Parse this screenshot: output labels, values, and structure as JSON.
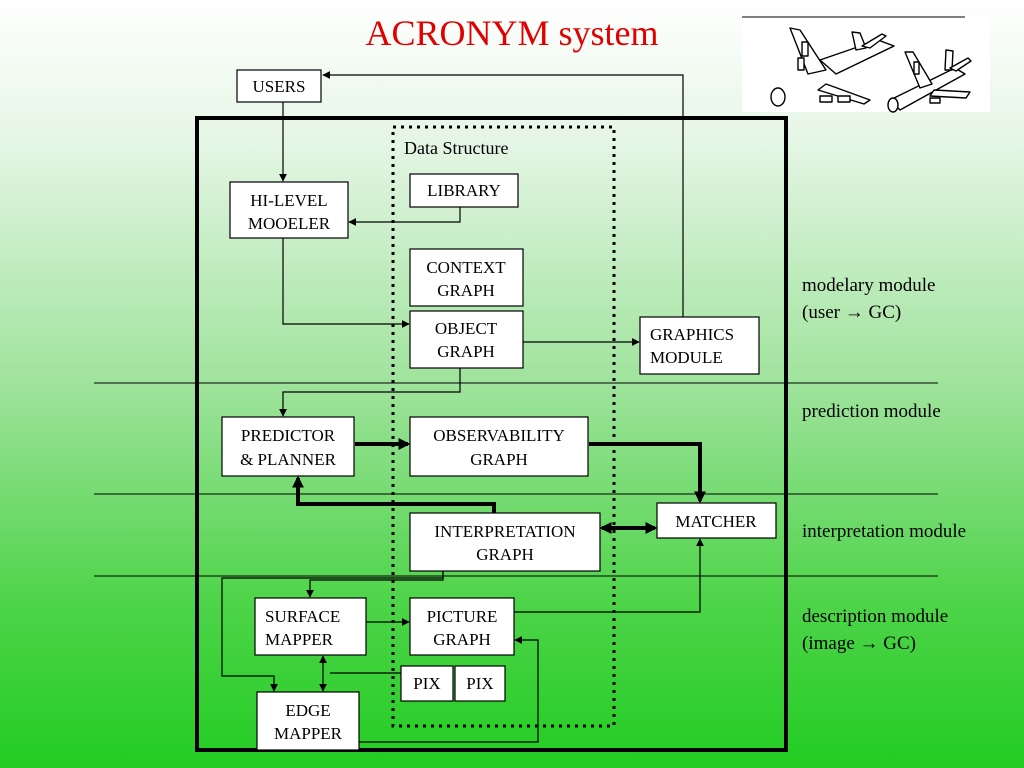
{
  "title": "ACRONYM system",
  "data_structure_label": "Data Structure",
  "boxes": {
    "users": "USERS",
    "hilevel": [
      "HI-LEVEL",
      "MOOELER"
    ],
    "library": "LIBRARY",
    "context": [
      "CONTEXT",
      "GRAPH"
    ],
    "object": [
      "OBJECT",
      "GRAPH"
    ],
    "graphics": [
      "GRAPHICS",
      "MODULE"
    ],
    "predictor": [
      "PREDICTOR",
      "& PLANNER"
    ],
    "observability": [
      "OBSERVABILITY",
      "GRAPH"
    ],
    "matcher": "MATCHER",
    "interpretation": [
      "INTERPRETATION",
      "GRAPH"
    ],
    "surface": [
      "SURFACE",
      "MAPPER"
    ],
    "picture": [
      "PICTURE",
      "GRAPH"
    ],
    "pix1": "PIX",
    "pix2": "PIX",
    "edge": [
      "EDGE",
      "MAPPER"
    ]
  },
  "modules": {
    "modelary": [
      "modelary module",
      "(user → GC)"
    ],
    "prediction": [
      "prediction module"
    ],
    "interpretation": [
      "interpretation module"
    ],
    "description": [
      "description module",
      "(image → GC)"
    ]
  },
  "image": {
    "subject": "airplane-line-drawings"
  }
}
